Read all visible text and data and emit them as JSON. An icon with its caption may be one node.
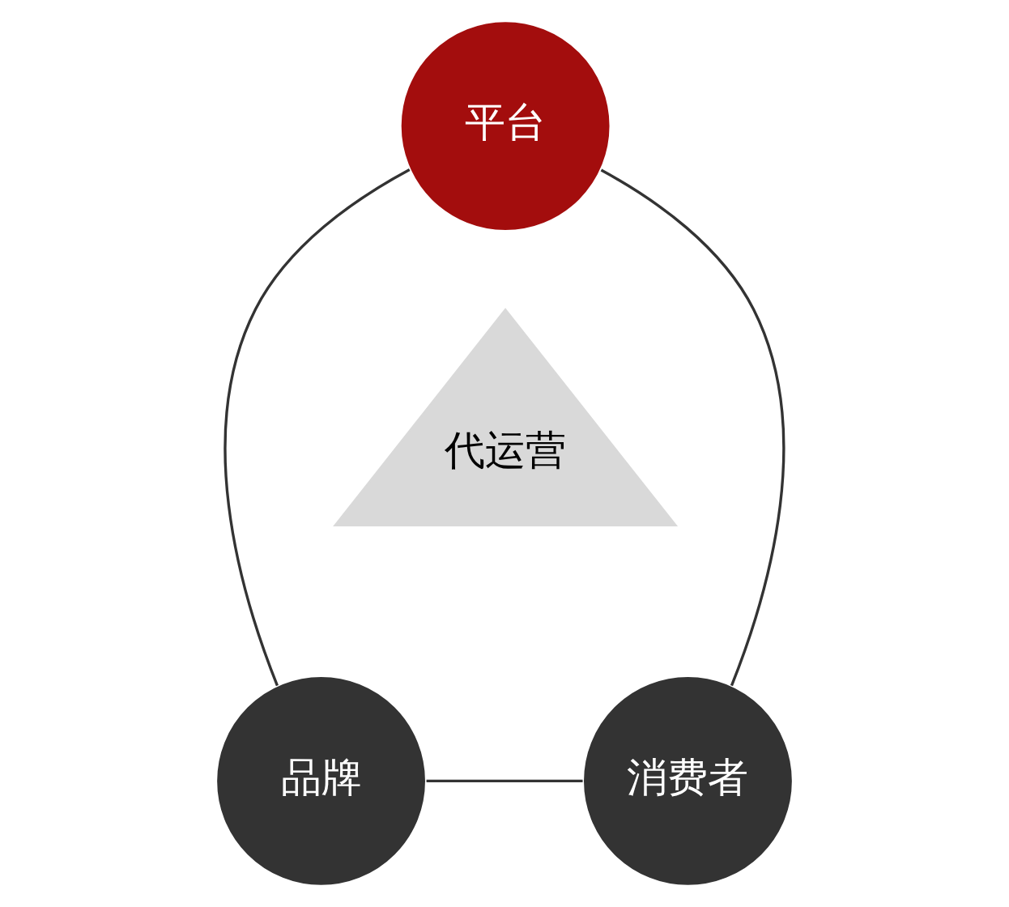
{
  "diagram": {
    "nodes": [
      {
        "text": [
          "平台"
        ]
      },
      {
        "text": [
          "品牌"
        ]
      },
      {
        "text": [
          "消费者"
        ]
      },
      {
        "text": [
          "代运营"
        ]
      }
    ],
    "edges": [
      {
        "from": 0,
        "to": 1,
        "arrow": "none"
      },
      {
        "from": 1,
        "to": 2,
        "arrow": "none"
      },
      {
        "from": 2,
        "to": 0,
        "arrow": "none"
      }
    ]
  }
}
